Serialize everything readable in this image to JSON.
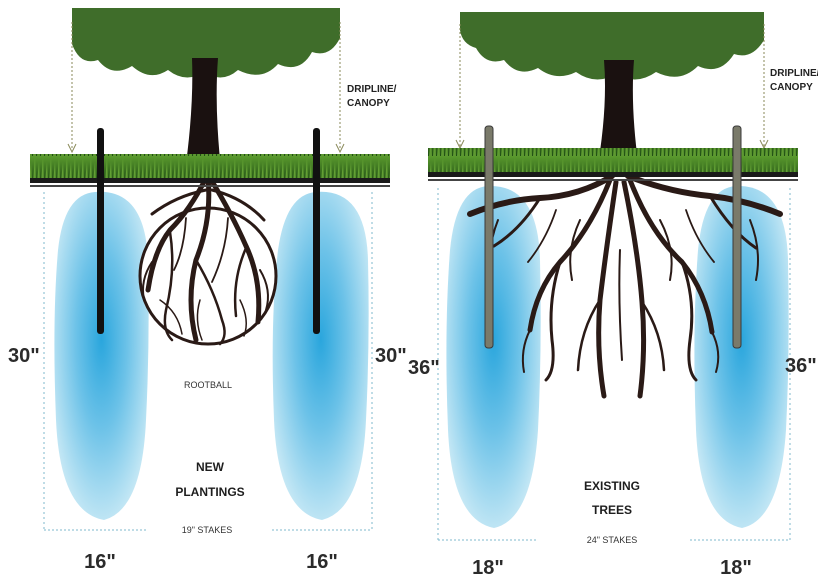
{
  "panels": {
    "new": {
      "dripline": [
        "DRIPLINE/",
        "CANOPY"
      ],
      "rootball": "ROOTBALL",
      "depth_left": "30\"",
      "depth_right": "30\"",
      "title_line1": "NEW",
      "title_line2": "PLANTINGS",
      "stakes": "19\" STAKES",
      "width_left": "16\"",
      "width_right": "16\""
    },
    "existing": {
      "dripline": [
        "DRIPLINE/",
        "CANOPY"
      ],
      "depth_left": "36\"",
      "depth_right": "36\"",
      "title_line1": "EXISTING",
      "title_line2": "TREES",
      "stakes": "24\" STAKES",
      "width_left": "18\"",
      "width_right": "18\""
    }
  },
  "colors": {
    "canopy": "#3f6d2a",
    "grass": "#2f6a1f",
    "trunk": "#1a1110",
    "roots": "#2a1a16",
    "water_outer": "#bfe6f3",
    "water_inner": "#55b8e2"
  }
}
